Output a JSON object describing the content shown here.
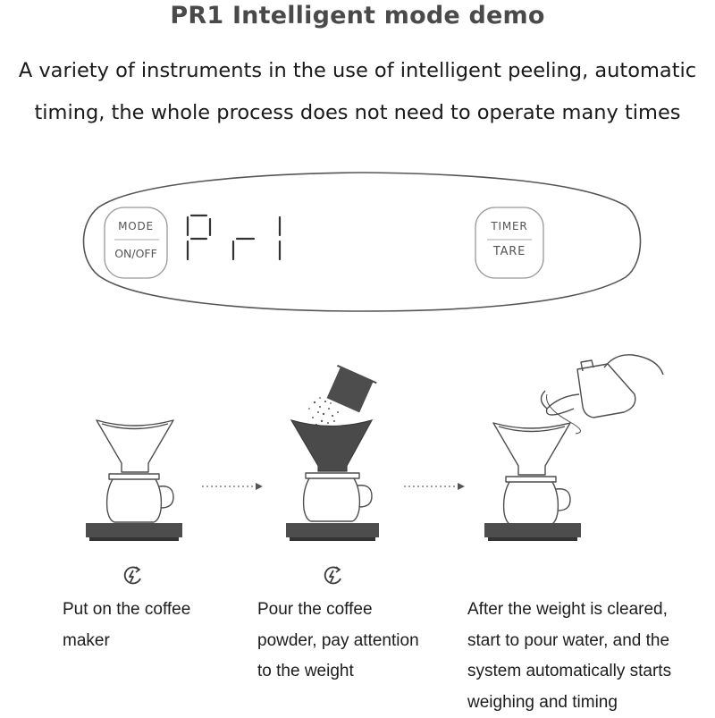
{
  "header": {
    "title": "PR1 Intelligent mode demo",
    "subtitle_line1": "A variety of instruments in the use of intelligent peeling, automatic",
    "subtitle_line2": "timing, the whole process does not need to operate many times"
  },
  "device": {
    "left_button_top": "MODE",
    "left_button_bottom": "ON/OFF",
    "display_text": "Pr1",
    "right_button_top": "TIMER",
    "right_button_bottom": "TARE"
  },
  "steps": [
    {
      "icon": "power-cycle-icon",
      "lines": [
        "Put on the coffee",
        "maker"
      ]
    },
    {
      "icon": "power-cycle-icon",
      "lines": [
        "Pour the coffee",
        "powder, pay attention",
        "to the weight"
      ]
    },
    {
      "lines": [
        "After the weight is cleared,",
        "start to pour water, and the",
        "system automatically starts",
        "weighing and timing"
      ]
    }
  ],
  "colors": {
    "title": "#4a4a4a",
    "line": "#4d4d4d",
    "scale": "#4d4d4d",
    "powder": "#3a3a3a"
  }
}
